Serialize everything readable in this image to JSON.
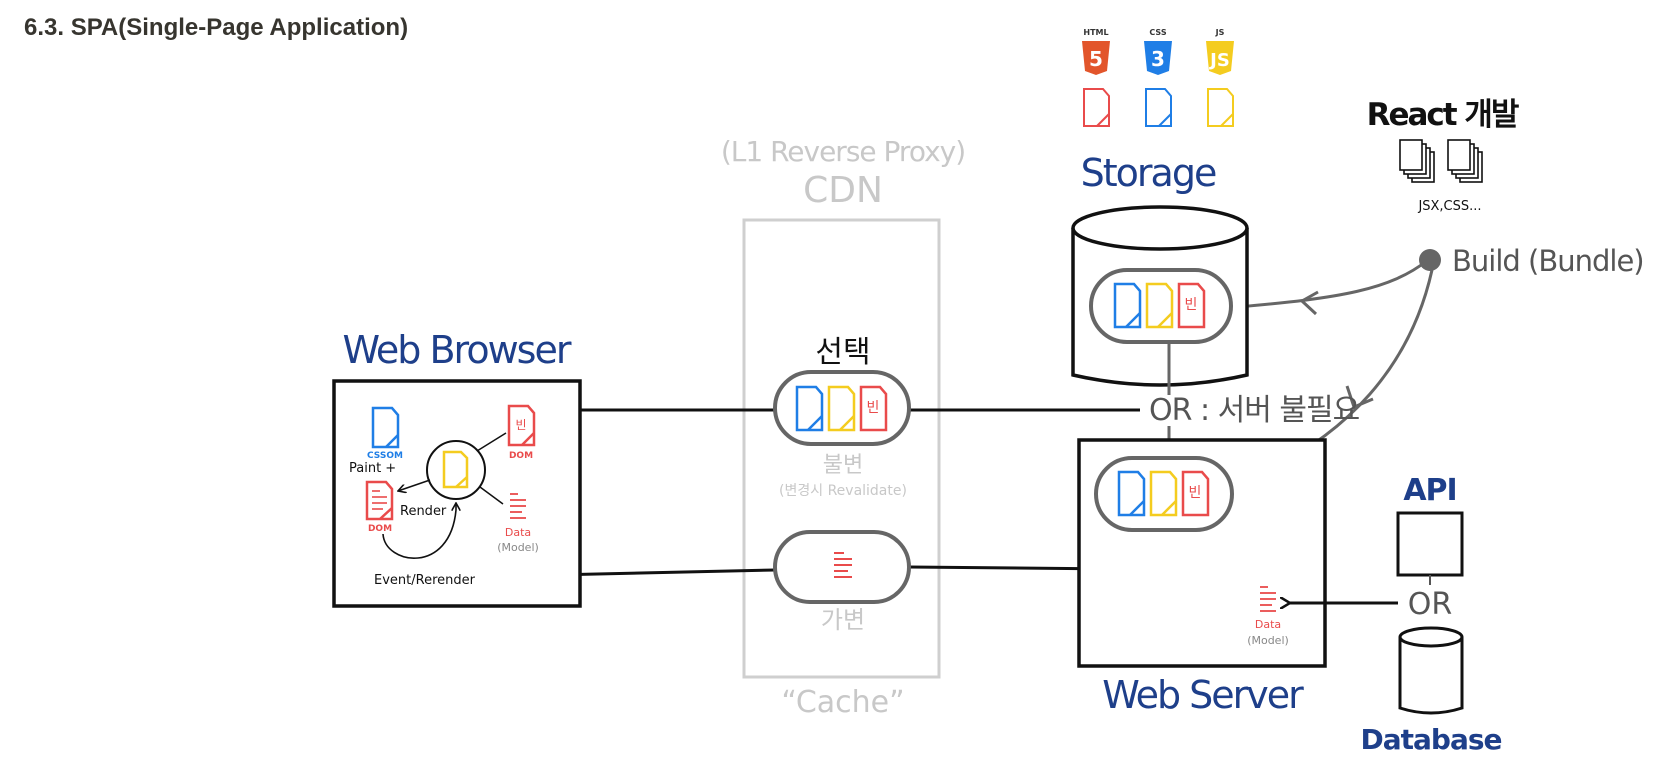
{
  "page": {
    "heading": "6.3. SPA(Single-Page Application)"
  },
  "colors": {
    "blue_title": "#1e3f8a",
    "ink": "#111111",
    "gray_line": "#666666",
    "faded": "#c8c8c8",
    "css_blue": "#1f7ee6",
    "js_yellow": "#f4cc1f",
    "html_red": "#e94b4b",
    "html_orange": "#e2552b"
  },
  "tech_logos": {
    "html": "HTML",
    "css": "CSS",
    "js": "JS"
  },
  "react_dev": {
    "title": "React 개발",
    "files": "JSX,CSS..."
  },
  "build": {
    "label": "Build (Bundle)"
  },
  "storage": {
    "title": "Storage"
  },
  "cdn": {
    "subtitle": "(L1 Reverse Proxy)",
    "title": "CDN",
    "footer": "“Cache”"
  },
  "cdn_static": {
    "label": "선택",
    "caption": "불변",
    "note": "(변경시 Revalidate)"
  },
  "cdn_dynamic": {
    "caption": "가변"
  },
  "or_labels": {
    "serverless": "OR : 서버 불필요",
    "api_db": "OR"
  },
  "web_browser": {
    "title": "Web Browser",
    "cssom": "CSSOM",
    "dom_top": "DOM",
    "dom_left": "DOM",
    "paint": "Paint +",
    "render": "Render",
    "data": "Data",
    "model": "(Model)",
    "event": "Event/Rerender"
  },
  "web_server": {
    "title": "Web Server",
    "data": "Data",
    "model": "(Model)"
  },
  "api": {
    "title": "API"
  },
  "database": {
    "title": "Database"
  },
  "file_icons": {
    "built": "빈"
  }
}
